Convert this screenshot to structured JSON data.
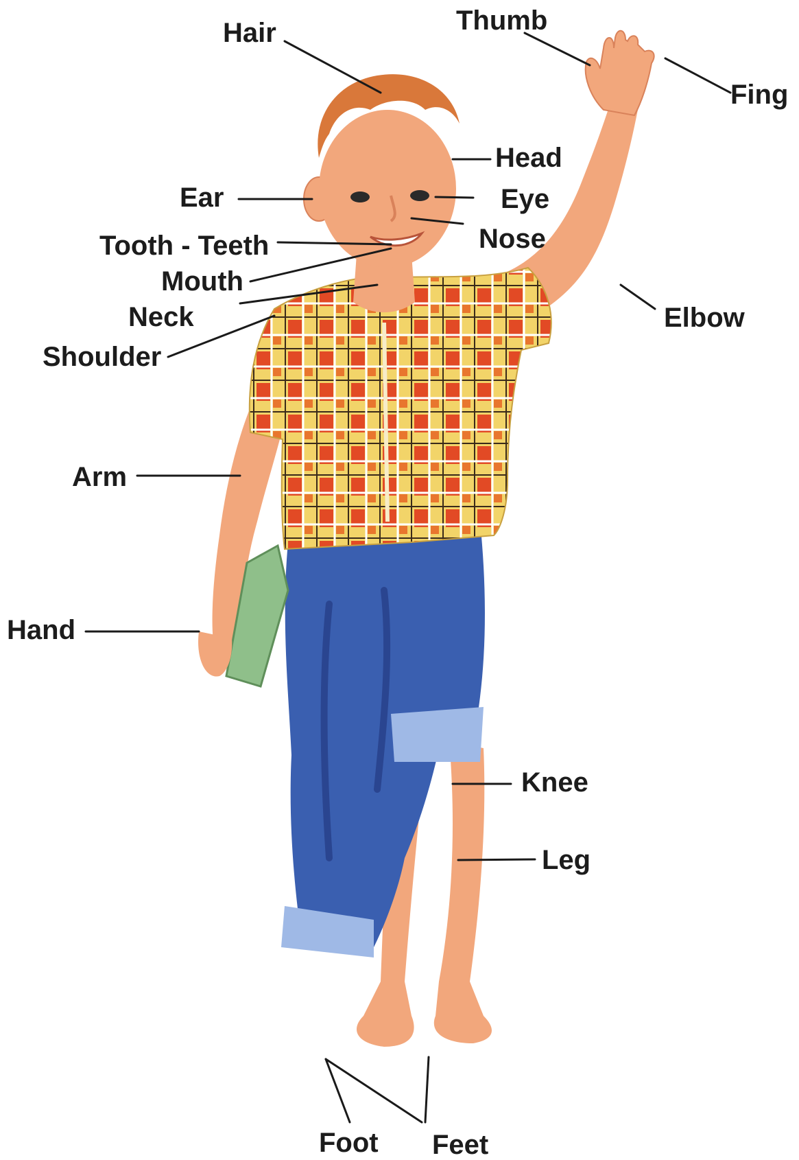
{
  "labels": {
    "hair": "Hair",
    "thumb": "Thumb",
    "finger": "Fing",
    "head": "Head",
    "ear": "Ear",
    "eye": "Eye",
    "nose": "Nose",
    "tooth": "Tooth - Teeth",
    "mouth": "Mouth",
    "neck": "Neck",
    "shoulder": "Shoulder",
    "elbow": "Elbow",
    "arm": "Arm",
    "hand": "Hand",
    "knee": "Knee",
    "leg": "Leg",
    "foot": "Foot",
    "feet": "Feet"
  },
  "colors": {
    "skin": "#f2a77c",
    "skin_shade": "#d9825a",
    "hair": "#d9783a",
    "shirt_base": "#f2d469",
    "shirt_check": "#e24a25",
    "shirt_line": "#3a2a1a",
    "jeans": "#3a5fb0",
    "jeans_dark": "#2a4590",
    "cuff": "#9fb9e6",
    "book": "#8fbf8a",
    "text": "#1c1c1c"
  }
}
